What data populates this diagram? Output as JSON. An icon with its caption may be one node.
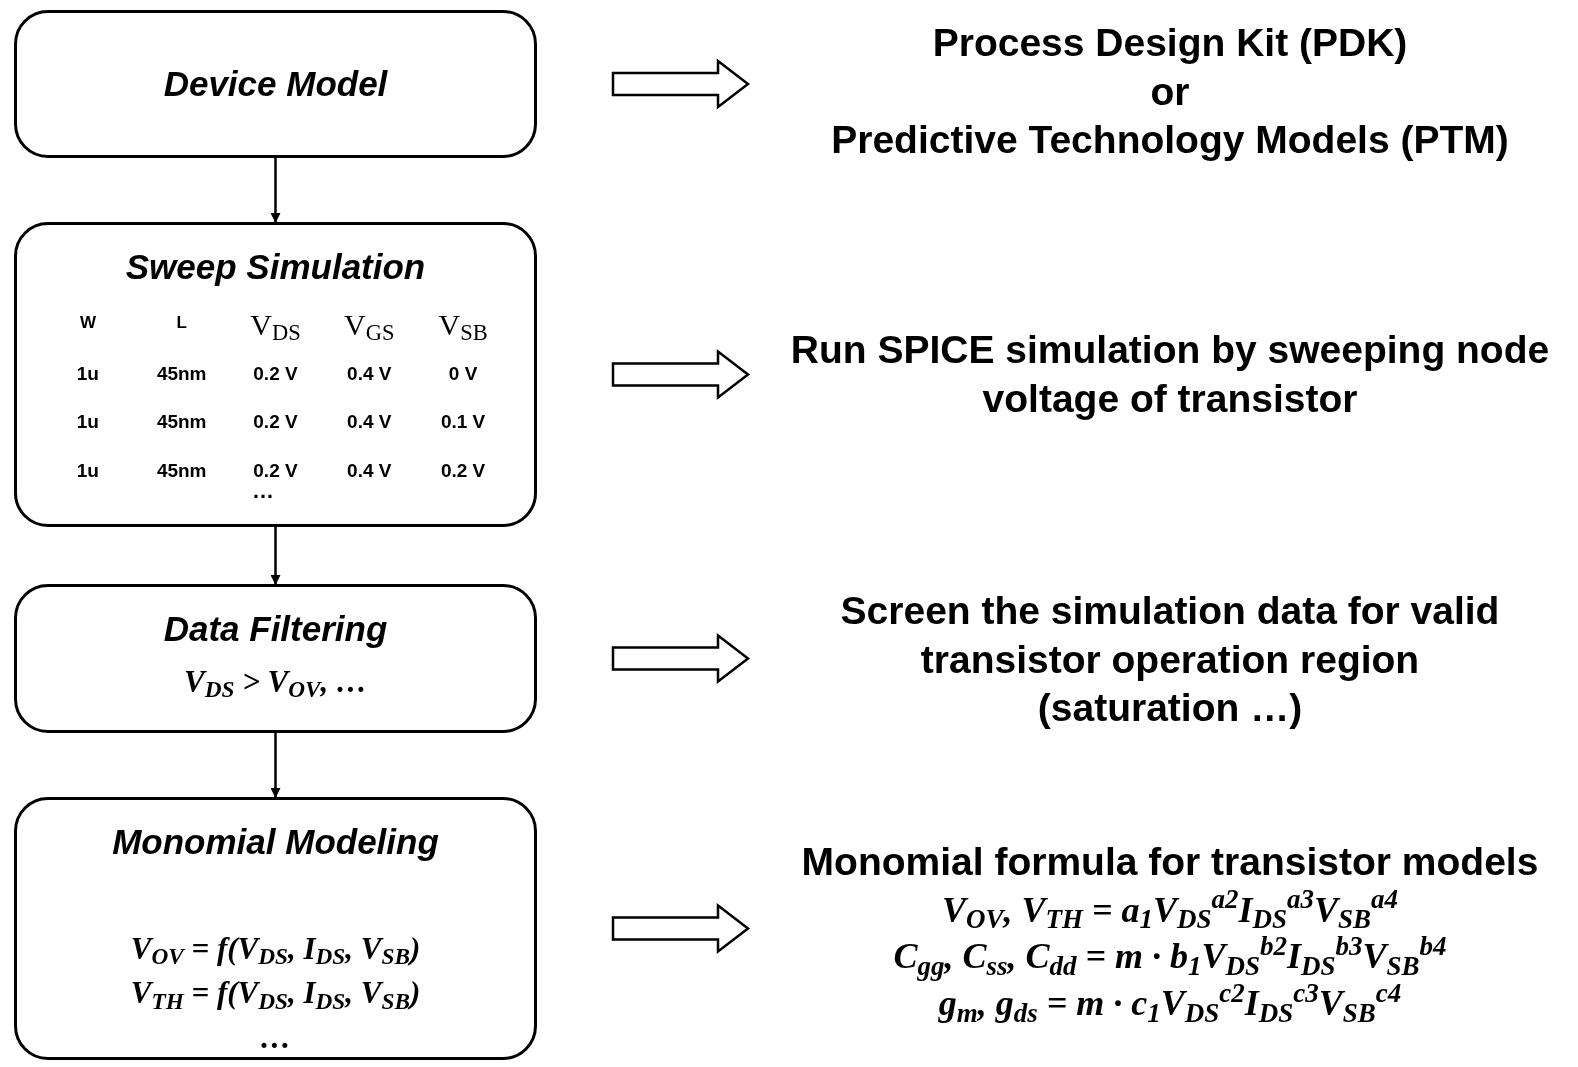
{
  "diagram": {
    "nodes": [
      {
        "text": [
          "Device Model"
        ]
      },
      {
        "text": [
          "Sweep Simulation",
          "W",
          "L",
          "V$_{DS}$",
          "V$_{GS}$",
          "V$_{SB}$",
          "1u",
          "45nm",
          "0.2 V",
          "0.4 V",
          "0 V",
          "1u",
          "45nm",
          "0.2 V",
          "0.4 V",
          "0.1 V",
          "1u",
          "45nm",
          "0.2 V",
          "0.4 V",
          "0.2 V",
          "…"
        ]
      },
      {
        "text": [
          "Data Filtering",
          "V$_{DS}$ > V$_{OV}$, …"
        ]
      },
      {
        "text": [
          "Monomial Modeling",
          "V$_{OV}$ = f(V$_{DS}$, I$_{DS}$, V$_{SB}$)",
          "V$_{TH}$ = f(V$_{DS}$, I$_{DS}$, V$_{SB}$)",
          "…"
        ]
      },
      {
        "text": [
          "Process Design Kit (PDK)",
          "or",
          "Predictive Technology Models (PTM)"
        ]
      },
      {
        "text": [
          "Run SPICE simulation by sweeping node voltage of transistor"
        ]
      },
      {
        "text": [
          "Screen the simulation data for valid transistor operation region",
          "(saturation …)"
        ]
      },
      {
        "text": [
          "Monomial formula for transistor models",
          "V$_{OV}$, V$_{TH}$ = a$_{1}$V$_{DS}$$^{a2}$I$_{DS}$$^{a3}$V$_{SB}$$^{a4}$",
          "C$_{gg}$, C$_{ss}$, C$_{dd}$ = m · b$_{1}$V$_{DS}$$^{b2}$I$_{DS}$$^{b3}$V$_{SB}$$^{b4}$",
          "g$_{m}$, g$_{ds}$ = m · c$_{1}$V$_{DS}$$^{c2}$I$_{DS}$$^{c3}$V$_{SB}$$^{c4}$"
        ]
      }
    ],
    "edges": [
      {
        "from": 0,
        "to": 1,
        "arrow": "to"
      },
      {
        "from": 1,
        "to": 2,
        "arrow": "to"
      },
      {
        "from": 2,
        "to": 3,
        "arrow": "to"
      },
      {
        "from": 0,
        "to": 4,
        "arrow": "to",
        "style": "thick"
      },
      {
        "from": 1,
        "to": 5,
        "arrow": "to",
        "style": "thick"
      },
      {
        "from": 2,
        "to": 6,
        "arrow": "to",
        "style": "thick"
      },
      {
        "from": 3,
        "to": 7,
        "arrow": "to",
        "style": "thick"
      }
    ]
  }
}
